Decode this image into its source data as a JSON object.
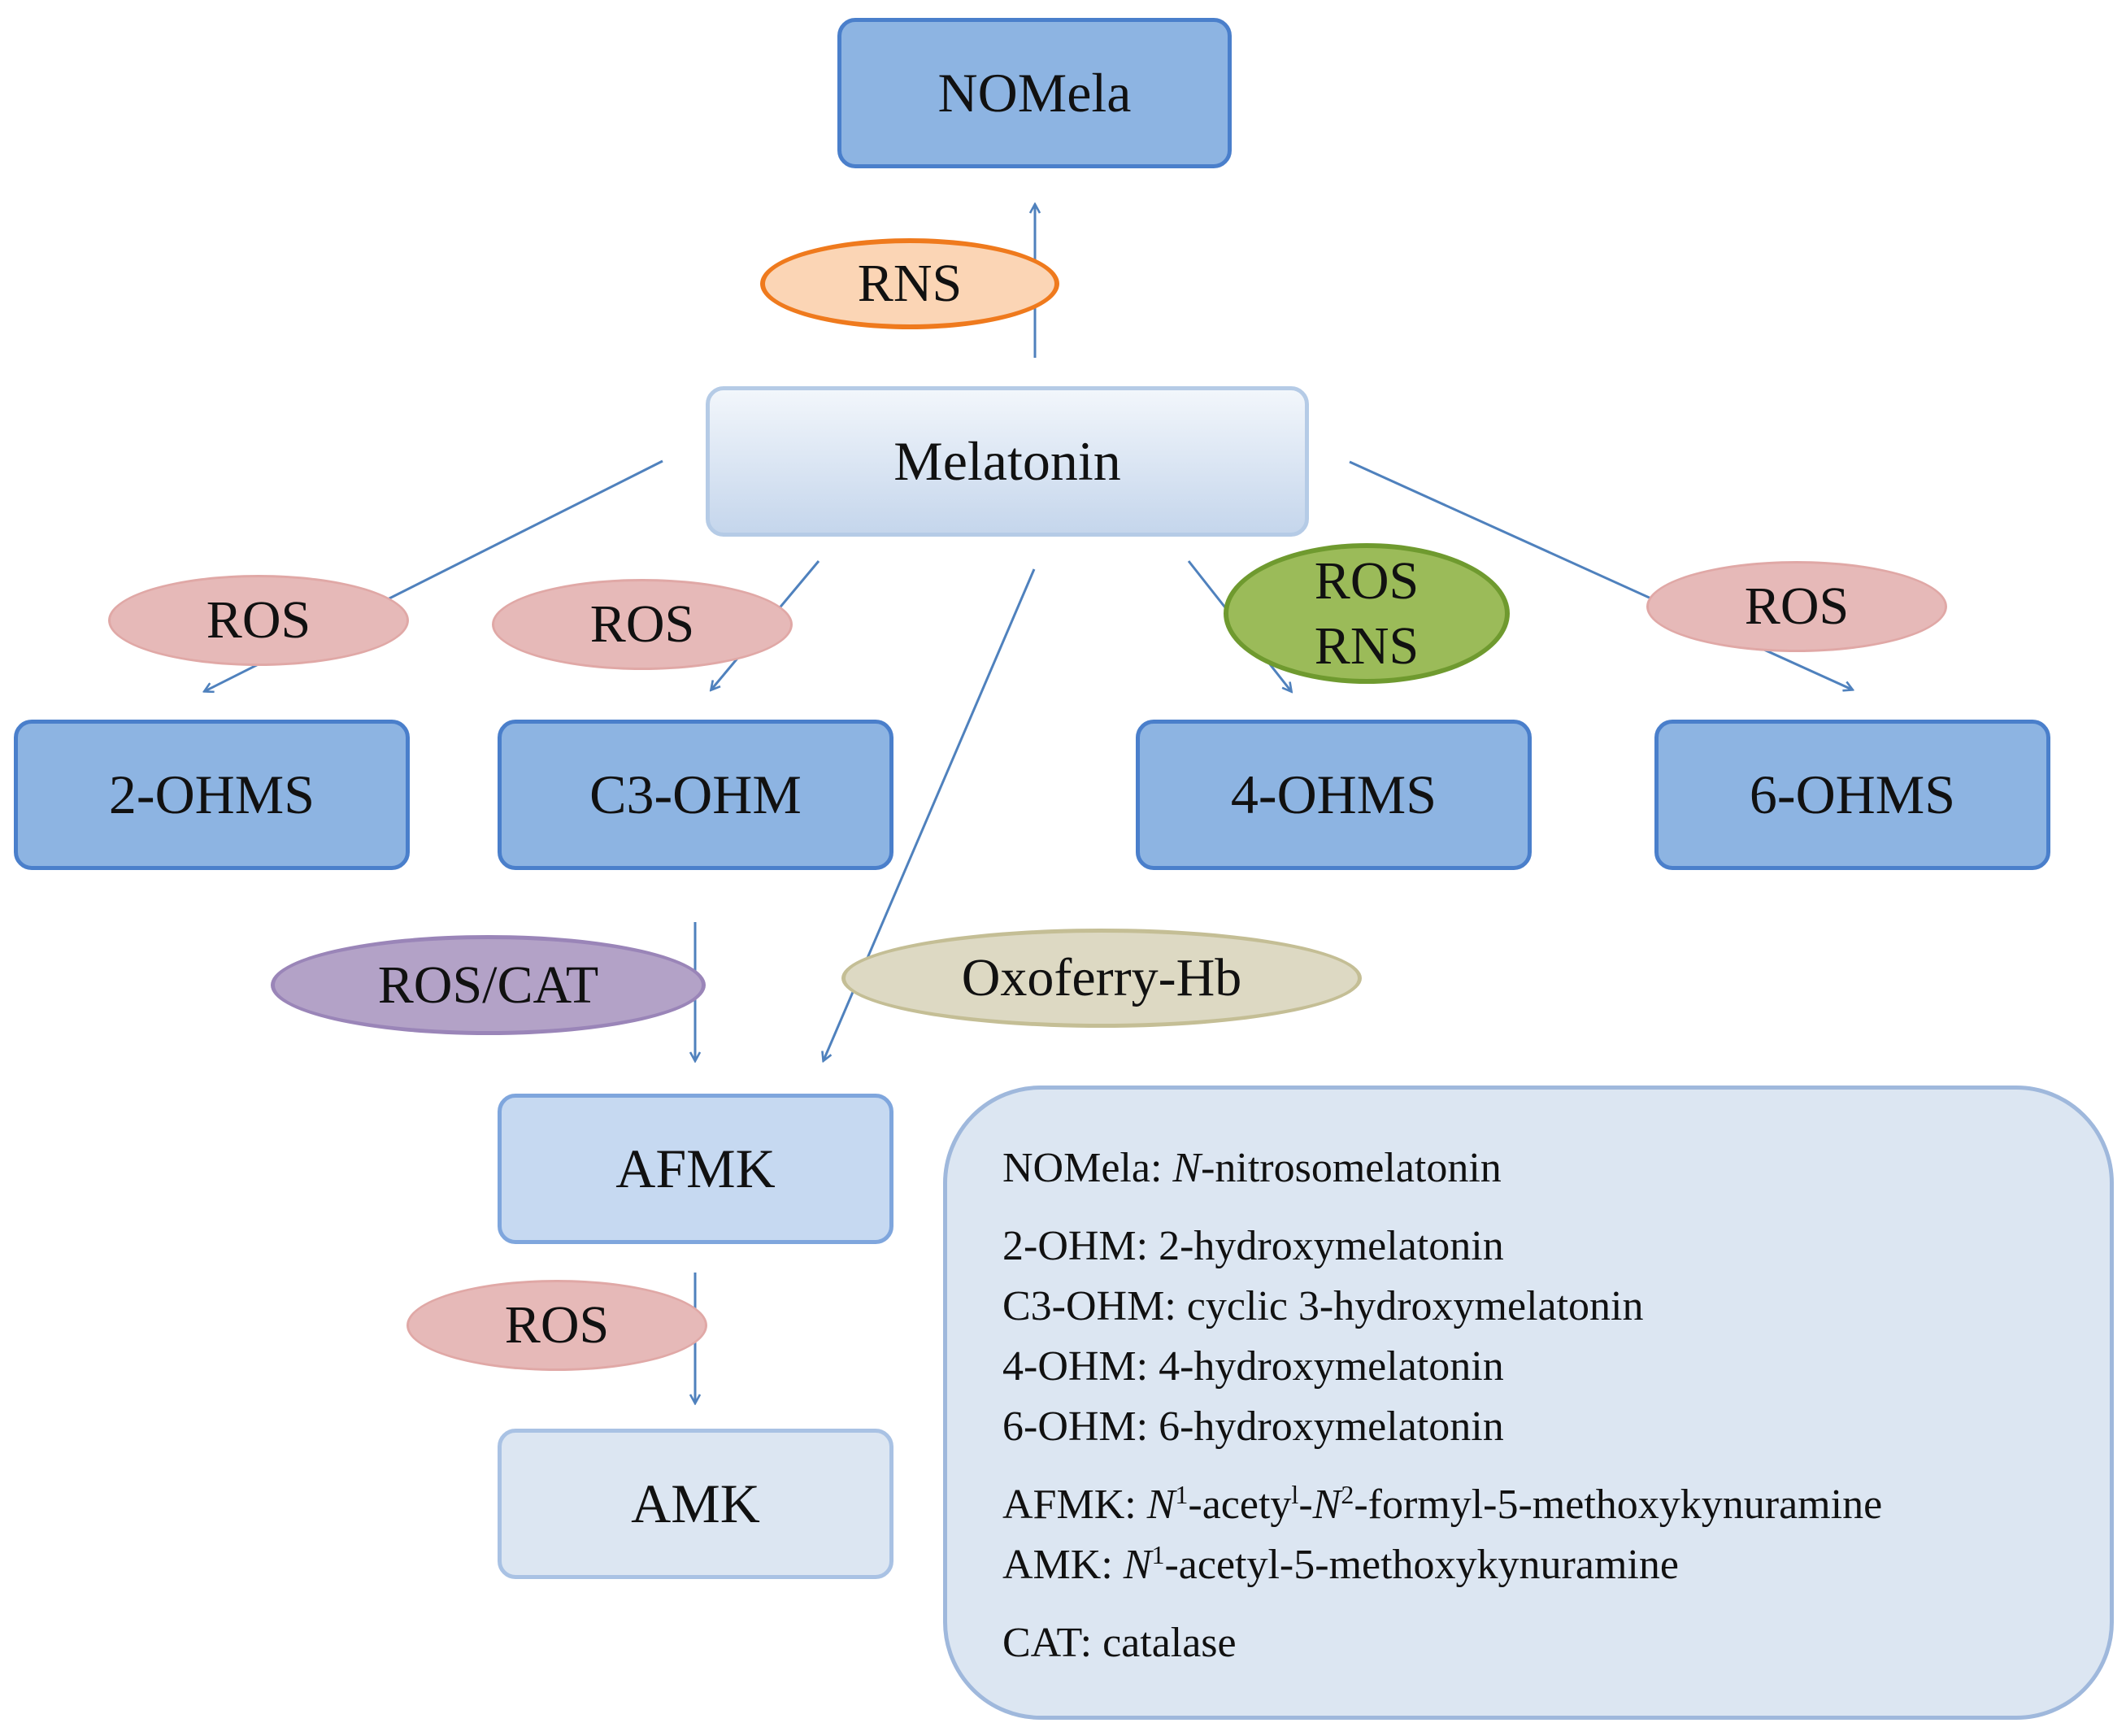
{
  "nodes": {
    "nomela": "NOMela",
    "melatonin": "Melatonin",
    "ohms2": "2-OHMS",
    "c3ohm": "C3-OHM",
    "ohms4": "4-OHMS",
    "ohms6": "6-OHMS",
    "afmk": "AFMK",
    "amk": "AMK"
  },
  "agents": {
    "rns_top": "RNS",
    "ros_left": "ROS",
    "ros_c3": "ROS",
    "ros_rns_line1": "ROS",
    "ros_rns_line2": "RNS",
    "ros_right": "ROS",
    "ros_cat": "ROS/CAT",
    "oxoferry": "Oxoferry-Hb",
    "ros_bottom": "ROS"
  },
  "legend": {
    "nomela_abbr": "NOMela: ",
    "nomela_n": "N",
    "nomela_def": "-nitrosomelatonin",
    "ohm2": "2-OHM: 2-hydroxymelatonin",
    "c3ohm": "C3-OHM: cyclic 3-hydroxymelatonin",
    "ohm4": "4-OHM: 4-hydroxymelatonin",
    "ohm6": "6-OHM: 6-hydroxymelatonin",
    "afmk_abbr": "AFMK: ",
    "afmk_n1": "N",
    "afmk_sup1": "1",
    "afmk_mid": "-acety",
    "afmk_supl": "l",
    "afmk_dash": "-",
    "afmk_n2": "N",
    "afmk_sup2": "2",
    "afmk_end": "-formyl-5-methoxykynuramine",
    "amk_abbr": "AMK: ",
    "amk_n1": "N",
    "amk_sup1": "1",
    "amk_end": "-acetyl-5-methoxykynuramine",
    "cat": "CAT: catalase"
  },
  "colors": {
    "arrow": "#4f81bd",
    "box_blue": "#8db4e2",
    "ros": "#e6b9b8",
    "rns_border": "#ef7a1d",
    "green": "#9bbb59",
    "purple": "#b3a2c7",
    "tan": "#ddd9c3"
  }
}
